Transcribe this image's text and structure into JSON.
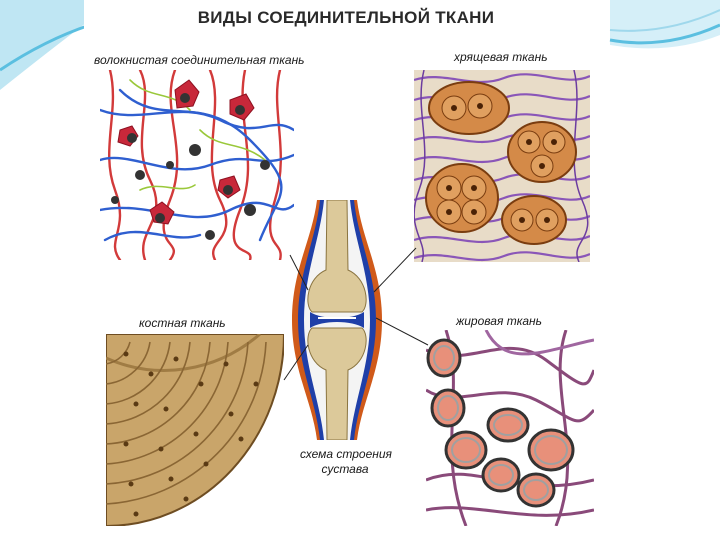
{
  "slide": {
    "title": "ВИДЫ СОЕДИНИТЕЛЬНОЙ ТКАНИ"
  },
  "panels": {
    "fibrous": {
      "label": "волокнистая соединительная ткань"
    },
    "cartilage": {
      "label": "хрящевая ткань"
    },
    "bone": {
      "label": "костная ткань"
    },
    "fat": {
      "label": "жировая ткань"
    }
  },
  "joint": {
    "caption_line1": "схема строения",
    "caption_line2": "сустава"
  },
  "colors": {
    "slide_accent": "#5bbfe0",
    "title_text": "#2a2a2a",
    "cartilage_matrix": "#8a56b8",
    "cell_fill": "#d9904a",
    "bone_fill": "#c9a56a",
    "fat_matrix": "#8a4a7a",
    "joint_blue": "#1f3fa8",
    "joint_orange": "#d05a1a"
  }
}
